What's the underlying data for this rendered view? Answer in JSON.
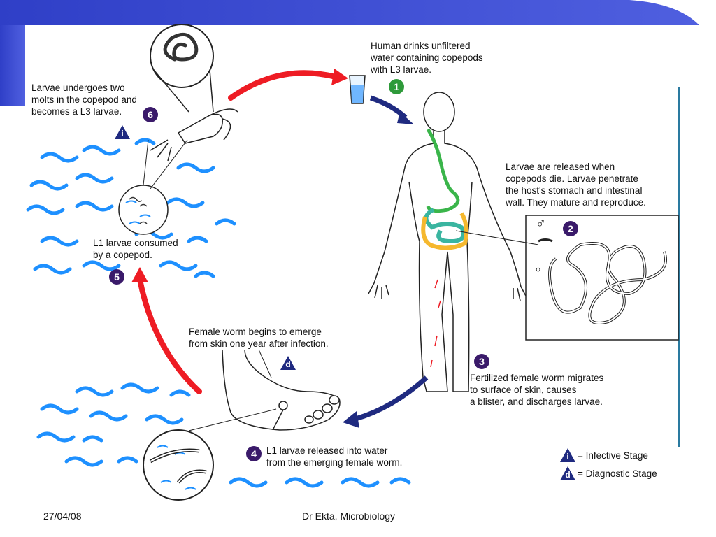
{
  "steps": [
    {
      "num": "1",
      "text": "Human drinks unfiltered\nwater containing copepods\nwith L3 larvae."
    },
    {
      "num": "2",
      "text": "Larvae are released when\ncopepods die.  Larvae penetrate\nthe host's stomach and intestinal\nwall.  They mature and reproduce."
    },
    {
      "num": "3",
      "text": "Fertilized female worm migrates\nto surface of skin, causes\na blister, and discharges larvae."
    },
    {
      "num": "4",
      "text": "L1 larvae released into water\nfrom the emerging female worm."
    },
    {
      "num": "5",
      "text": "L1 larvae consumed\nby a copepod."
    },
    {
      "num": "6",
      "text": "Larvae undergoes two\nmolts in the copepod and\nbecomes a L3 larvae."
    }
  ],
  "emerge_text": "Female worm begins to emerge\nfrom skin one year after infection.",
  "stage_markers": {
    "infective": "i",
    "diagnostic": "d"
  },
  "sex_symbols": {
    "male": "♂",
    "female": "♀"
  },
  "legend": {
    "infective_label": "= Infective Stage",
    "diagnostic_label": "= Diagnostic Stage"
  },
  "footer": {
    "date": "27/04/08",
    "author": "Dr Ekta, Microbiology"
  },
  "colors": {
    "header_blue": "#3344cc",
    "arrow_red": "#ee1c24",
    "arrow_navy": "#1f2a80",
    "badge_purple": "#3a1a6a",
    "badge_green": "#2e9a3a",
    "water": "#1e90ff"
  }
}
